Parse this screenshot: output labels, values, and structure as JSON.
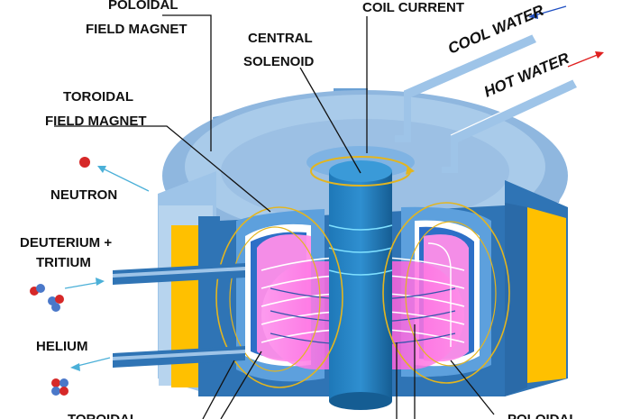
{
  "labels": {
    "poloidal_field_magnet_line1": "POLOIDAL",
    "poloidal_field_magnet_line2": "FIELD MAGNET",
    "coil_current": "COIL CURRENT",
    "central_solenoid_line1": "CENTRAL",
    "central_solenoid_line2": "SOLENOID",
    "cool_water": "COOL WATER",
    "hot_water": "HOT WATER",
    "toroidal_field_magnet_line1": "TOROIDAL",
    "toroidal_field_magnet_line2": "FIELD MAGNET",
    "neutron": "NEUTRON",
    "deuterium_tritium_line1": "DEUTERIUM +",
    "deuterium_tritium_line2": "TRITIUM",
    "helium": "HELIUM",
    "bottom_left_partial": "TOROIDAL",
    "bottom_right_partial": "POLOIDAL"
  },
  "colors": {
    "outer_shell": "#9dc3e6",
    "steel_blue": "#2f74b5",
    "dark_blue": "#1f5f99",
    "solenoid": "#1a6fa8",
    "yellow": "#ffc000",
    "plasma": "#ff4fd8",
    "field_line": "#e3b51f",
    "cool_arrow": "#1f4fc2",
    "hot_arrow": "#e02020",
    "neutron": "#d62828",
    "particle_blue": "#4a78c9"
  }
}
